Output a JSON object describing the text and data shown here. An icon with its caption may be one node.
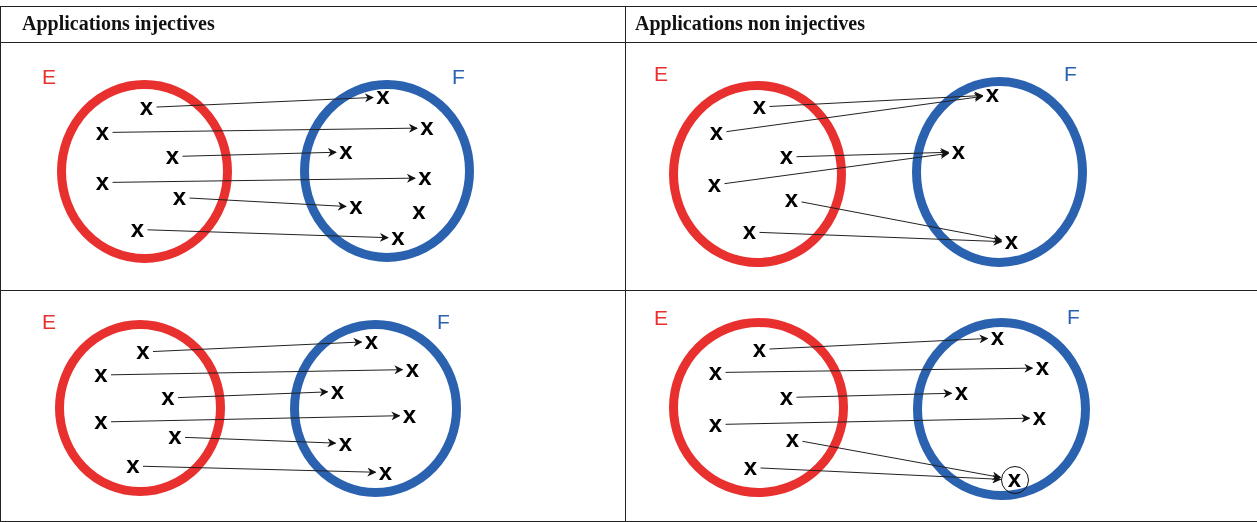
{
  "diagram": {
    "nodes": [
      {
        "text": [
          "E"
        ]
      },
      {
        "text": [
          "x"
        ],
        "in": 0
      },
      {
        "text": [
          "x"
        ],
        "in": 0
      },
      {
        "text": [
          "x"
        ],
        "in": 0
      },
      {
        "text": [
          "x"
        ],
        "in": 0
      },
      {
        "text": [
          "x"
        ],
        "in": 0
      },
      {
        "text": [
          "x"
        ],
        "in": 0
      },
      {
        "text": [
          "F"
        ]
      },
      {
        "text": [
          "x"
        ],
        "in": 7
      },
      {
        "text": [
          "x"
        ],
        "in": 7
      },
      {
        "text": [
          "x"
        ],
        "in": 7
      },
      {
        "text": [
          "x"
        ],
        "in": 7
      },
      {
        "text": [
          "x"
        ],
        "in": 7
      },
      {
        "text": [
          "x"
        ],
        "in": 7
      },
      {
        "text": [
          "x"
        ],
        "in": 7
      },
      {
        "text": [
          "E"
        ]
      },
      {
        "text": [
          "x"
        ],
        "in": 15
      },
      {
        "text": [
          "x"
        ],
        "in": 15
      },
      {
        "text": [
          "x"
        ],
        "in": 15
      },
      {
        "text": [
          "x"
        ],
        "in": 15
      },
      {
        "text": [
          "x"
        ],
        "in": 15
      },
      {
        "text": [
          "x"
        ],
        "in": 15
      },
      {
        "text": [
          "F"
        ]
      },
      {
        "text": [
          "x"
        ],
        "in": 22
      },
      {
        "text": [
          "x"
        ],
        "in": 22
      },
      {
        "text": [
          "x"
        ],
        "in": 22
      },
      {
        "text": [
          "E"
        ]
      },
      {
        "text": [
          "x"
        ],
        "in": 26
      },
      {
        "text": [
          "x"
        ],
        "in": 26
      },
      {
        "text": [
          "x"
        ],
        "in": 26
      },
      {
        "text": [
          "x"
        ],
        "in": 26
      },
      {
        "text": [
          "x"
        ],
        "in": 26
      },
      {
        "text": [
          "x"
        ],
        "in": 26
      },
      {
        "text": [
          "F"
        ]
      },
      {
        "text": [
          "x"
        ],
        "in": 33
      },
      {
        "text": [
          "x"
        ],
        "in": 33
      },
      {
        "text": [
          "x"
        ],
        "in": 33
      },
      {
        "text": [
          "x"
        ],
        "in": 33
      },
      {
        "text": [
          "x"
        ],
        "in": 33
      },
      {
        "text": [
          "x"
        ],
        "in": 33
      },
      {
        "text": [
          "E"
        ]
      },
      {
        "text": [
          "x"
        ],
        "in": 40
      },
      {
        "text": [
          "x"
        ],
        "in": 40
      },
      {
        "text": [
          "x"
        ],
        "in": 40
      },
      {
        "text": [
          "x"
        ],
        "in": 40
      },
      {
        "text": [
          "x"
        ],
        "in": 40
      },
      {
        "text": [
          "x"
        ],
        "in": 40
      },
      {
        "text": [
          "F"
        ]
      },
      {
        "text": [
          "x"
        ],
        "in": 47
      },
      {
        "text": [
          "x"
        ],
        "in": 47
      },
      {
        "text": [
          "x"
        ],
        "in": 47
      },
      {
        "text": [
          "x"
        ],
        "in": 47
      },
      {
        "text": [
          "x"
        ],
        "in": 47
      }
    ],
    "edges": [
      {
        "from": 1,
        "to": 8,
        "arrow": "to"
      },
      {
        "from": 2,
        "to": 9,
        "arrow": "to"
      },
      {
        "from": 3,
        "to": 10,
        "arrow": "to"
      },
      {
        "from": 4,
        "to": 11,
        "arrow": "to"
      },
      {
        "from": 5,
        "to": 12,
        "arrow": "to"
      },
      {
        "from": 6,
        "to": 14,
        "arrow": "to"
      },
      {
        "from": 16,
        "to": 23,
        "arrow": "to"
      },
      {
        "from": 17,
        "to": 23,
        "arrow": "to"
      },
      {
        "from": 18,
        "to": 24,
        "arrow": "to"
      },
      {
        "from": 19,
        "to": 24,
        "arrow": "to"
      },
      {
        "from": 20,
        "to": 25,
        "arrow": "to"
      },
      {
        "from": 21,
        "to": 25,
        "arrow": "to"
      },
      {
        "from": 27,
        "to": 34,
        "arrow": "to"
      },
      {
        "from": 28,
        "to": 35,
        "arrow": "to"
      },
      {
        "from": 29,
        "to": 36,
        "arrow": "to"
      },
      {
        "from": 30,
        "to": 37,
        "arrow": "to"
      },
      {
        "from": 31,
        "to": 38,
        "arrow": "to"
      },
      {
        "from": 32,
        "to": 39,
        "arrow": "to"
      },
      {
        "from": 41,
        "to": 48,
        "arrow": "to"
      },
      {
        "from": 42,
        "to": 49,
        "arrow": "to"
      },
      {
        "from": 43,
        "to": 50,
        "arrow": "to"
      },
      {
        "from": 44,
        "to": 51,
        "arrow": "to"
      },
      {
        "from": 45,
        "to": 52,
        "arrow": "to"
      },
      {
        "from": 46,
        "to": 52,
        "arrow": "to"
      }
    ],
    "labels": [
      "Applications injectives",
      "Applications non injectives"
    ]
  }
}
